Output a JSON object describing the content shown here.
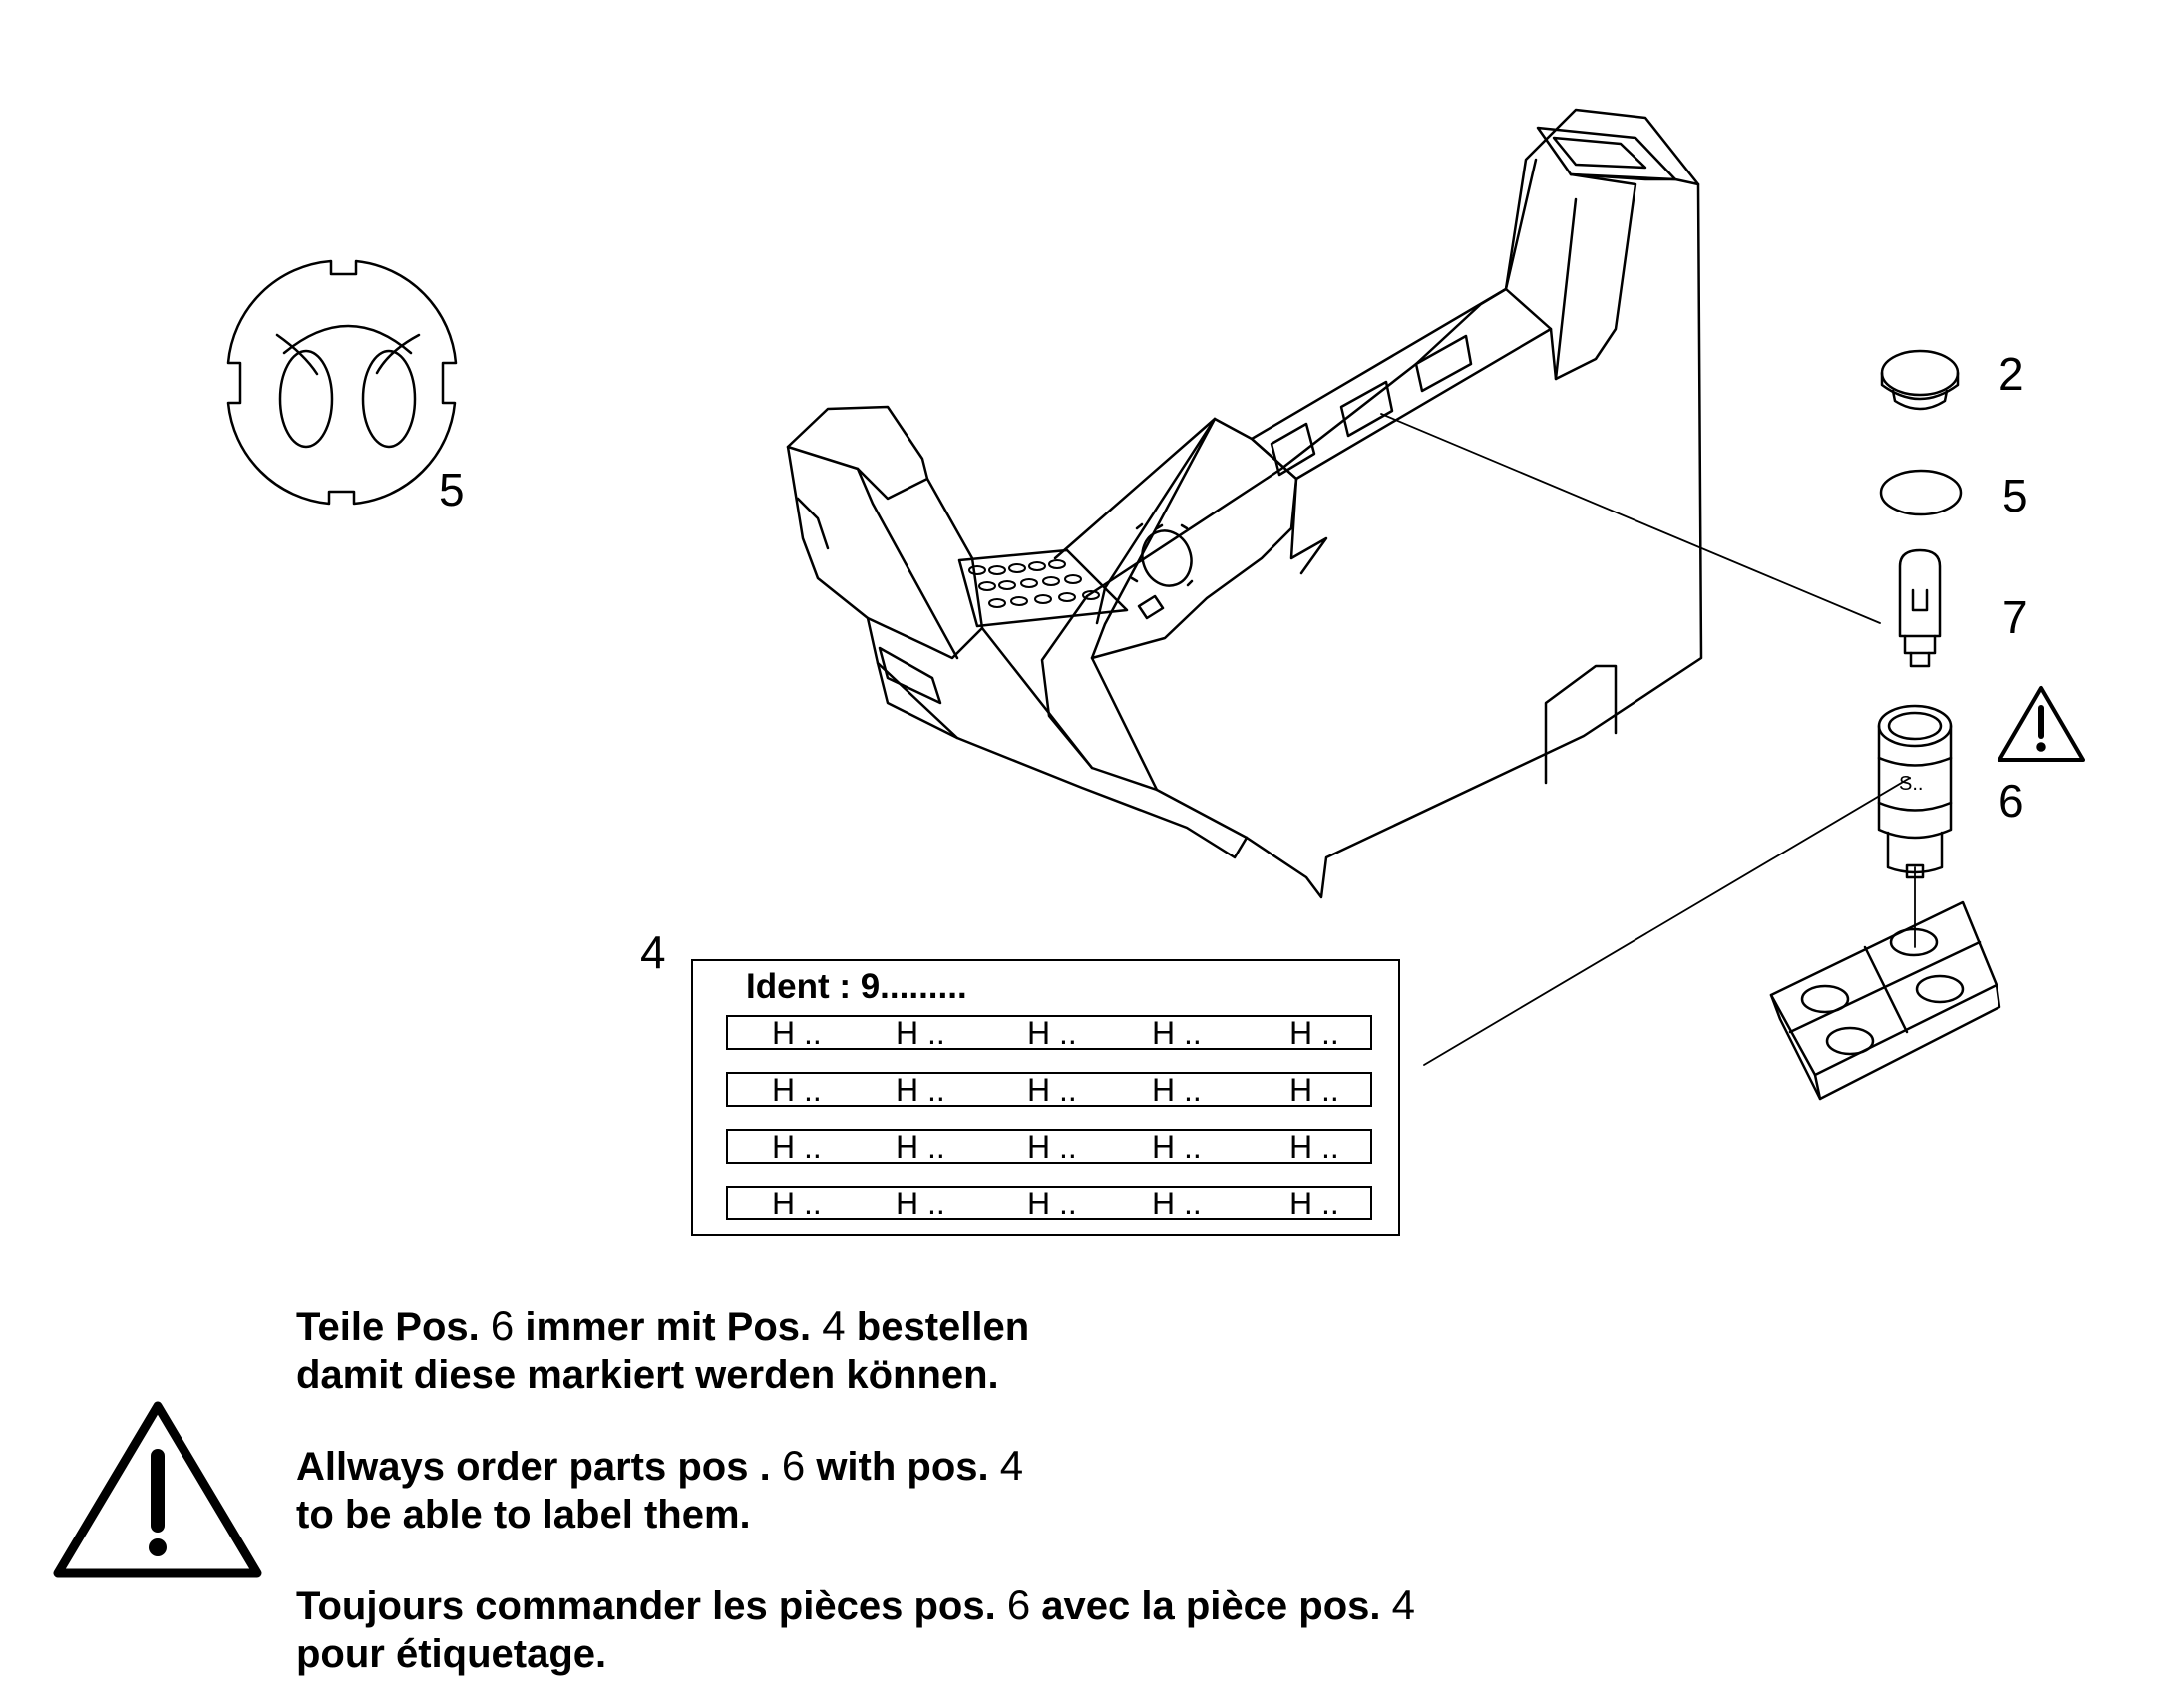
{
  "callouts": {
    "c5_left": "5",
    "c2": "2",
    "c5_right": "5",
    "c7": "7",
    "c6": "6",
    "c4": "4"
  },
  "label_card": {
    "ident": "Ident : 9.........",
    "rows": [
      [
        "H ..",
        "H ..",
        "H ..",
        "H ..",
        "H .."
      ],
      [
        "H ..",
        "H ..",
        "H ..",
        "H ..",
        "H .."
      ],
      [
        "H ..",
        "H ..",
        "H ..",
        "H ..",
        "H .."
      ],
      [
        "H ..",
        "H ..",
        "H ..",
        "H ..",
        "H .."
      ]
    ]
  },
  "small_part_label": "S..",
  "notes": {
    "de": {
      "l1a": "Teile Pos.",
      "l1n1": "6",
      "l1b": "immer mit Pos.",
      "l1n2": "4",
      "l1c": "bestellen",
      "l2": "damit diese markiert werden können."
    },
    "en": {
      "l1a": "Allways order parts pos .",
      "l1n1": "6",
      "l1b": "with pos.",
      "l1n2": "4",
      "l2": "to be able to label them."
    },
    "fr": {
      "l1a": "Toujours commander les pièces pos.",
      "l1n1": "6",
      "l1b": "avec la pièce pos.",
      "l1n2": "4",
      "l2": "pour étiquetage."
    }
  },
  "icons": [
    "warning-triangle-icon",
    "warning-triangle-small-icon"
  ]
}
